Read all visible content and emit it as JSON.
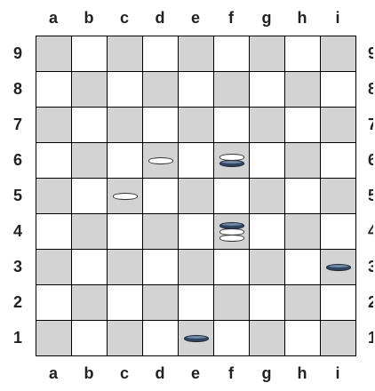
{
  "board": {
    "files": [
      "a",
      "b",
      "c",
      "d",
      "e",
      "f",
      "g",
      "h",
      "i"
    ],
    "ranks": [
      "9",
      "8",
      "7",
      "6",
      "5",
      "4",
      "3",
      "2",
      "1"
    ],
    "colors": {
      "dark_square": "#d3d3d3",
      "light_square": "#ffffff",
      "white_piece": "#ffffff",
      "dark_piece": "#2f4461",
      "dark_piece_highlight": "#6f88a4"
    },
    "stacks": [
      {
        "square": "d6",
        "pieces": [
          "white"
        ]
      },
      {
        "square": "f6",
        "pieces": [
          "white",
          "dark"
        ]
      },
      {
        "square": "c5",
        "pieces": [
          "white"
        ]
      },
      {
        "square": "f4",
        "pieces": [
          "dark",
          "white",
          "white"
        ]
      },
      {
        "square": "i3",
        "pieces": [
          "dark"
        ]
      },
      {
        "square": "e1",
        "pieces": [
          "dark"
        ]
      }
    ]
  }
}
